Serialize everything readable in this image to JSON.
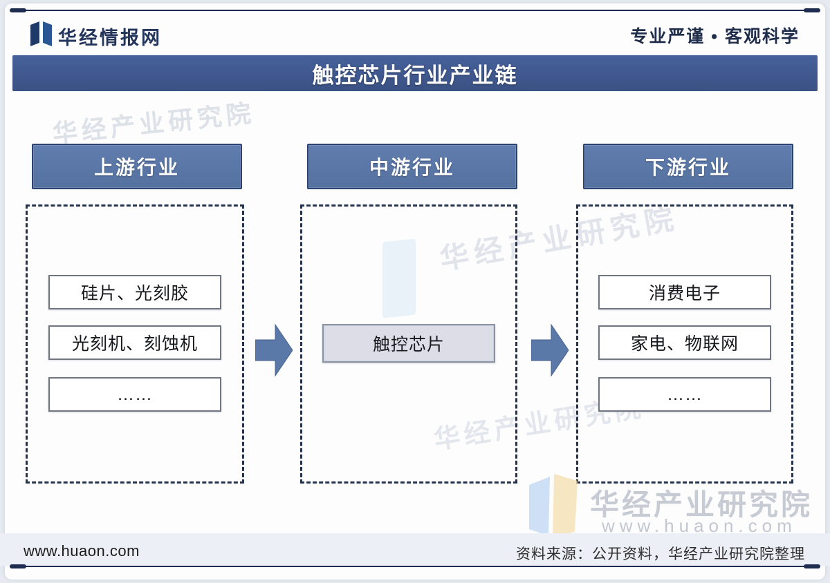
{
  "brand": {
    "name": "华经情报网",
    "slogan": "专业严谨 • 客观科学"
  },
  "title": "触控芯片行业产业链",
  "diagram": {
    "columns": [
      {
        "header": "上游行业",
        "items": [
          "硅片、光刻胶",
          "光刻机、刻蚀机",
          "……"
        ]
      },
      {
        "header": "中游行业",
        "items": [
          "触控芯片"
        ]
      },
      {
        "header": "下游行业",
        "items": [
          "消费电子",
          "家电、物联网",
          "……"
        ]
      }
    ]
  },
  "watermarks": {
    "org": "华经产业研究院",
    "url": "www.huaon.com"
  },
  "footer": {
    "website": "www.huaon.com",
    "source": "资料来源：公开资料，华经产业研究院整理"
  },
  "colors": {
    "title_bar": "#3d5488",
    "column_header_fill": "#5a76a5",
    "column_header_border": "#2c4271",
    "arrow": "#5a78a8",
    "midstream_box_fill": "#dcdde6",
    "rule": "#1e2d4f",
    "watermark_gray": "#c7cbd3"
  }
}
